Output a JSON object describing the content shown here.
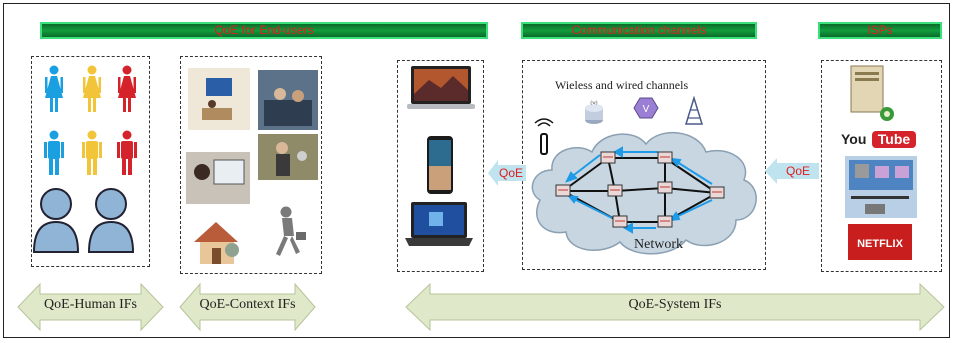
{
  "banners": {
    "end_users": "QoE for End-users",
    "channels": "Communication channels",
    "isps": "ISPs"
  },
  "bottom_arrows": {
    "human": "QoE-Human IFs",
    "context": "QoE-Context IFs",
    "system": "QoE-System IFs"
  },
  "network": {
    "channels_caption": "Wieless and wired channels",
    "cloud_label": "Network"
  },
  "qoe_arrows": {
    "left": "QoE",
    "right": "QoE"
  },
  "isp_logos": {
    "youtube_you": "You",
    "youtube_tube": "Tube",
    "netflix": "NETFLIX"
  },
  "colors": {
    "banner_green": "#139d3d",
    "banner_text": "#e01c1c",
    "arrow_fill": "#dfe8c8",
    "cloud_fill": "#c7d6e1",
    "flow_blue": "#1e9be8"
  }
}
